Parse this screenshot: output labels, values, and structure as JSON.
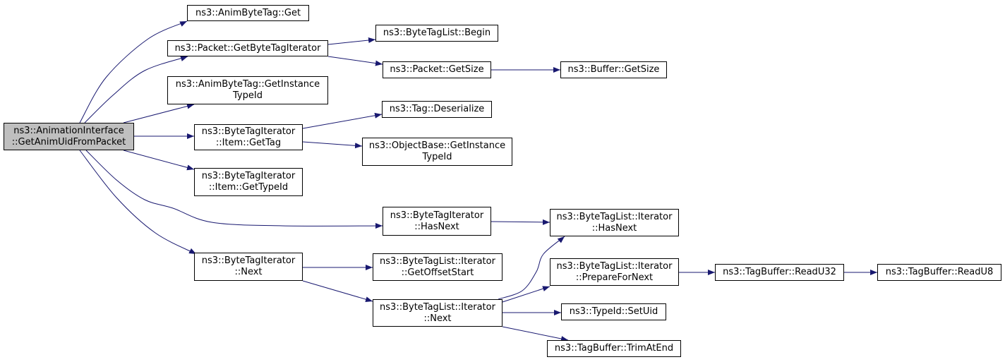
{
  "colors": {
    "edge": "#191970",
    "root_fill": "#bfbfbf",
    "node_fill": "#ffffff",
    "border": "#000000"
  },
  "nodes": [
    {
      "id": "root",
      "lines": [
        "ns3::AnimationInterface",
        "::GetAnimUidFromPacket"
      ]
    },
    {
      "id": "animbytetag-get",
      "lines": [
        "ns3::AnimByteTag::Get"
      ]
    },
    {
      "id": "packet-getbytetagiterator",
      "lines": [
        "ns3::Packet::GetByteTagIterator"
      ]
    },
    {
      "id": "animbytetag-getinstancetypeid",
      "lines": [
        "ns3::AnimByteTag::GetInstance",
        "TypeId"
      ]
    },
    {
      "id": "bytetagiterator-item-gettag",
      "lines": [
        "ns3::ByteTagIterator",
        "::Item::GetTag"
      ]
    },
    {
      "id": "bytetagiterator-item-gettypeid",
      "lines": [
        "ns3::ByteTagIterator",
        "::Item::GetTypeId"
      ]
    },
    {
      "id": "bytetagiterator-hasnext",
      "lines": [
        "ns3::ByteTagIterator",
        "::HasNext"
      ]
    },
    {
      "id": "bytetagiterator-next",
      "lines": [
        "ns3::ByteTagIterator",
        "::Next"
      ]
    },
    {
      "id": "bytetaglist-begin",
      "lines": [
        "ns3::ByteTagList::Begin"
      ]
    },
    {
      "id": "packet-getsize",
      "lines": [
        "ns3::Packet::GetSize"
      ]
    },
    {
      "id": "buffer-getsize",
      "lines": [
        "ns3::Buffer::GetSize"
      ]
    },
    {
      "id": "tag-deserialize",
      "lines": [
        "ns3::Tag::Deserialize"
      ]
    },
    {
      "id": "objectbase-getinstancetypeid",
      "lines": [
        "ns3::ObjectBase::GetInstance",
        "TypeId"
      ]
    },
    {
      "id": "bytetaglist-iterator-hasnext",
      "lines": [
        "ns3::ByteTagList::Iterator",
        "::HasNext"
      ]
    },
    {
      "id": "bytetaglist-iterator-getoffsetstart",
      "lines": [
        "ns3::ByteTagList::Iterator",
        "::GetOffsetStart"
      ]
    },
    {
      "id": "bytetaglist-iterator-next",
      "lines": [
        "ns3::ByteTagList::Iterator",
        "::Next"
      ]
    },
    {
      "id": "bytetaglist-iterator-preparefornext",
      "lines": [
        "ns3::ByteTagList::Iterator",
        "::PrepareForNext"
      ]
    },
    {
      "id": "tagbuffer-readu32",
      "lines": [
        "ns3::TagBuffer::ReadU32"
      ]
    },
    {
      "id": "tagbuffer-readu8",
      "lines": [
        "ns3::TagBuffer::ReadU8"
      ]
    },
    {
      "id": "typeid-setuid",
      "lines": [
        "ns3::TypeId::SetUid"
      ]
    },
    {
      "id": "tagbuffer-trimatend",
      "lines": [
        "ns3::TagBuffer::TrimAtEnd"
      ]
    }
  ],
  "edges": [
    [
      "root",
      "animbytetag-get"
    ],
    [
      "root",
      "packet-getbytetagiterator"
    ],
    [
      "root",
      "animbytetag-getinstancetypeid"
    ],
    [
      "root",
      "bytetagiterator-item-gettag"
    ],
    [
      "root",
      "bytetagiterator-item-gettypeid"
    ],
    [
      "root",
      "bytetagiterator-hasnext"
    ],
    [
      "root",
      "bytetagiterator-next"
    ],
    [
      "packet-getbytetagiterator",
      "bytetaglist-begin"
    ],
    [
      "packet-getbytetagiterator",
      "packet-getsize"
    ],
    [
      "packet-getsize",
      "buffer-getsize"
    ],
    [
      "bytetagiterator-item-gettag",
      "tag-deserialize"
    ],
    [
      "bytetagiterator-item-gettag",
      "objectbase-getinstancetypeid"
    ],
    [
      "bytetagiterator-hasnext",
      "bytetaglist-iterator-hasnext"
    ],
    [
      "bytetagiterator-next",
      "bytetaglist-iterator-getoffsetstart"
    ],
    [
      "bytetagiterator-next",
      "bytetaglist-iterator-next"
    ],
    [
      "bytetaglist-iterator-next",
      "bytetaglist-iterator-hasnext"
    ],
    [
      "bytetaglist-iterator-next",
      "bytetaglist-iterator-preparefornext"
    ],
    [
      "bytetaglist-iterator-next",
      "typeid-setuid"
    ],
    [
      "bytetaglist-iterator-next",
      "tagbuffer-trimatend"
    ],
    [
      "bytetaglist-iterator-preparefornext",
      "tagbuffer-readu32"
    ],
    [
      "tagbuffer-readu32",
      "tagbuffer-readu8"
    ]
  ]
}
